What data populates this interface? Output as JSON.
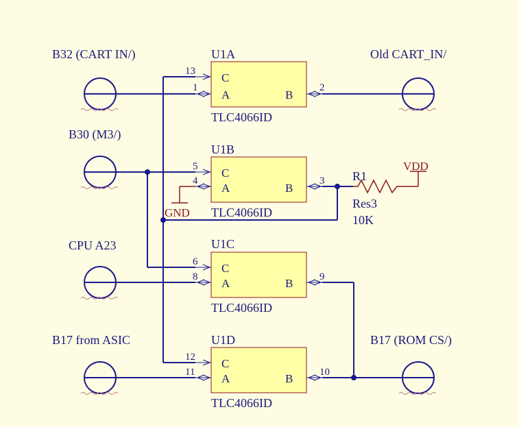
{
  "ports": {
    "b32": "B32 (CART IN/)",
    "old_cart": "Old CART_IN/",
    "b30": "B30 (M3/)",
    "cpu_a23": "CPU A23",
    "b17_asic": "B17 from ASIC",
    "b17_rom": "B17 (ROM CS/)"
  },
  "gates": [
    {
      "designator": "U1A",
      "part": "TLC4066ID",
      "c_pin": "13",
      "a_pin": "1",
      "b_pin": "2"
    },
    {
      "designator": "U1B",
      "part": "TLC4066ID",
      "c_pin": "5",
      "a_pin": "4",
      "b_pin": "3"
    },
    {
      "designator": "U1C",
      "part": "TLC4066ID",
      "c_pin": "6",
      "a_pin": "8",
      "b_pin": "9"
    },
    {
      "designator": "U1D",
      "part": "TLC4066ID",
      "c_pin": "12",
      "a_pin": "11",
      "b_pin": "10"
    }
  ],
  "pin_names": {
    "c": "C",
    "a": "A",
    "b": "B"
  },
  "resistor": {
    "designator": "R1",
    "part": "Res3",
    "value": "10K"
  },
  "power": {
    "vdd": "VDD",
    "gnd": "GND"
  },
  "colors": {
    "wire": "#1A1A8C",
    "body_fill": "#FFFFA8",
    "body_stroke": "#8B1A1A",
    "power": "#8B1A1A",
    "background": "#FFFCE4"
  }
}
